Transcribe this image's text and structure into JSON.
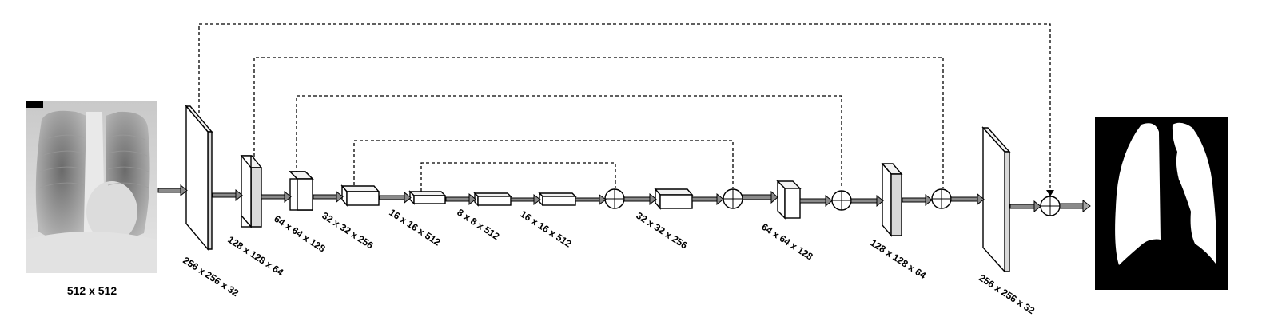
{
  "input_image": {
    "label": "512 x 512",
    "description_icon": "chest-xray-icon"
  },
  "output_image": {
    "description_icon": "lung-segmentation-mask-icon"
  },
  "layers": [
    {
      "id": "enc1",
      "label": "256 x 256 x 32"
    },
    {
      "id": "enc2",
      "label": "128 x 128 x 64"
    },
    {
      "id": "enc3",
      "label": "64 x 64 x 128"
    },
    {
      "id": "enc4",
      "label": "32 x 32 x 256"
    },
    {
      "id": "enc5",
      "label": "16 x 16 x 512"
    },
    {
      "id": "bottleneck",
      "label": "8 x 8 x 512"
    },
    {
      "id": "dec5",
      "label": "16 x 16 x 512"
    },
    {
      "id": "dec4",
      "label": "32 x 32 x 256"
    },
    {
      "id": "dec3",
      "label": "64 x 64 x 128"
    },
    {
      "id": "dec2",
      "label": "128 x 128 x 64"
    },
    {
      "id": "dec1",
      "label": "256 x 256 x 32"
    }
  ],
  "colors": {
    "arrow_fill": "#8a8a8a",
    "block_stroke": "#000000",
    "background": "#ffffff"
  }
}
